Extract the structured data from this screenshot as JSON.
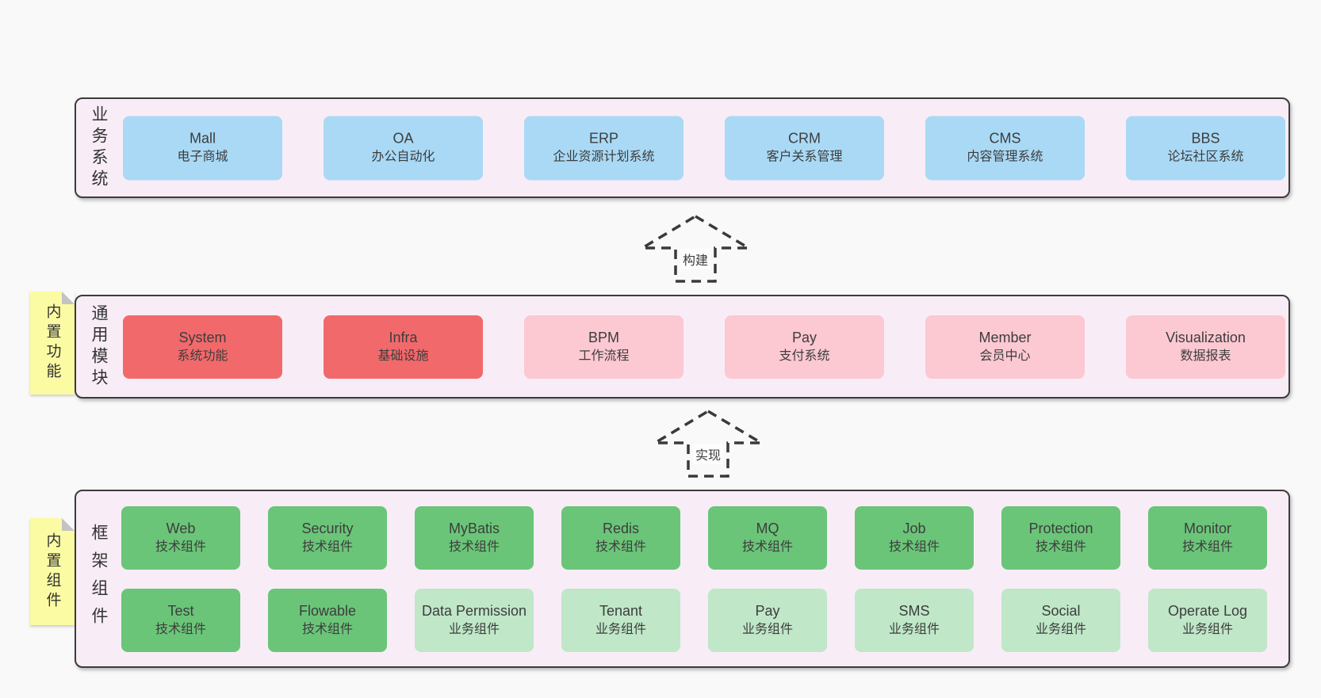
{
  "palette": {
    "page_bg": "#f9f9f9",
    "band_bg": "#f8edf6",
    "band_border": "#3c3c3c",
    "blue": "#a9d9f5",
    "red": "#f2696b",
    "pink": "#fcc8d2",
    "green": "#6ac578",
    "green_light": "#bfe7c8",
    "yellow": "#fbfba3",
    "fold": "#c3c3c3",
    "text": "#3d3d3d"
  },
  "bands": {
    "business": {
      "label": "业务系统",
      "boxes": [
        {
          "title": "Mall",
          "subtitle": "电子商城",
          "variant": "blue"
        },
        {
          "title": "OA",
          "subtitle": "办公自动化",
          "variant": "blue"
        },
        {
          "title": "ERP",
          "subtitle": "企业资源计划系统",
          "variant": "blue"
        },
        {
          "title": "CRM",
          "subtitle": "客户关系管理",
          "variant": "blue"
        },
        {
          "title": "CMS",
          "subtitle": "内容管理系统",
          "variant": "blue"
        },
        {
          "title": "BBS",
          "subtitle": "论坛社区系统",
          "variant": "blue"
        }
      ]
    },
    "modules": {
      "label": "通用模块",
      "sticky": "内置功能",
      "boxes": [
        {
          "title": "System",
          "subtitle": "系统功能",
          "variant": "red"
        },
        {
          "title": "Infra",
          "subtitle": "基础设施",
          "variant": "red"
        },
        {
          "title": "BPM",
          "subtitle": "工作流程",
          "variant": "pink"
        },
        {
          "title": "Pay",
          "subtitle": "支付系统",
          "variant": "pink"
        },
        {
          "title": "Member",
          "subtitle": "会员中心",
          "variant": "pink"
        },
        {
          "title": "Visualization",
          "subtitle": "数据报表",
          "variant": "pink"
        }
      ]
    },
    "components": {
      "label": "框架组件",
      "sticky": "内置组件",
      "boxes": [
        {
          "title": "Web",
          "subtitle": "技术组件",
          "variant": "green"
        },
        {
          "title": "Security",
          "subtitle": "技术组件",
          "variant": "green"
        },
        {
          "title": "MyBatis",
          "subtitle": "技术组件",
          "variant": "green"
        },
        {
          "title": "Redis",
          "subtitle": "技术组件",
          "variant": "green"
        },
        {
          "title": "MQ",
          "subtitle": "技术组件",
          "variant": "green"
        },
        {
          "title": "Job",
          "subtitle": "技术组件",
          "variant": "green"
        },
        {
          "title": "Protection",
          "subtitle": "技术组件",
          "variant": "green"
        },
        {
          "title": "Monitor",
          "subtitle": "技术组件",
          "variant": "green"
        },
        {
          "title": "Test",
          "subtitle": "技术组件",
          "variant": "green"
        },
        {
          "title": "Flowable",
          "subtitle": "技术组件",
          "variant": "green"
        },
        {
          "title": "Data Permission",
          "subtitle": "业务组件",
          "variant": "green-light"
        },
        {
          "title": "Tenant",
          "subtitle": "业务组件",
          "variant": "green-light"
        },
        {
          "title": "Pay",
          "subtitle": "业务组件",
          "variant": "green-light"
        },
        {
          "title": "SMS",
          "subtitle": "业务组件",
          "variant": "green-light"
        },
        {
          "title": "Social",
          "subtitle": "业务组件",
          "variant": "green-light"
        },
        {
          "title": "Operate Log",
          "subtitle": "业务组件",
          "variant": "green-light"
        }
      ]
    }
  },
  "arrows": [
    {
      "label": "构建"
    },
    {
      "label": "实现"
    }
  ]
}
